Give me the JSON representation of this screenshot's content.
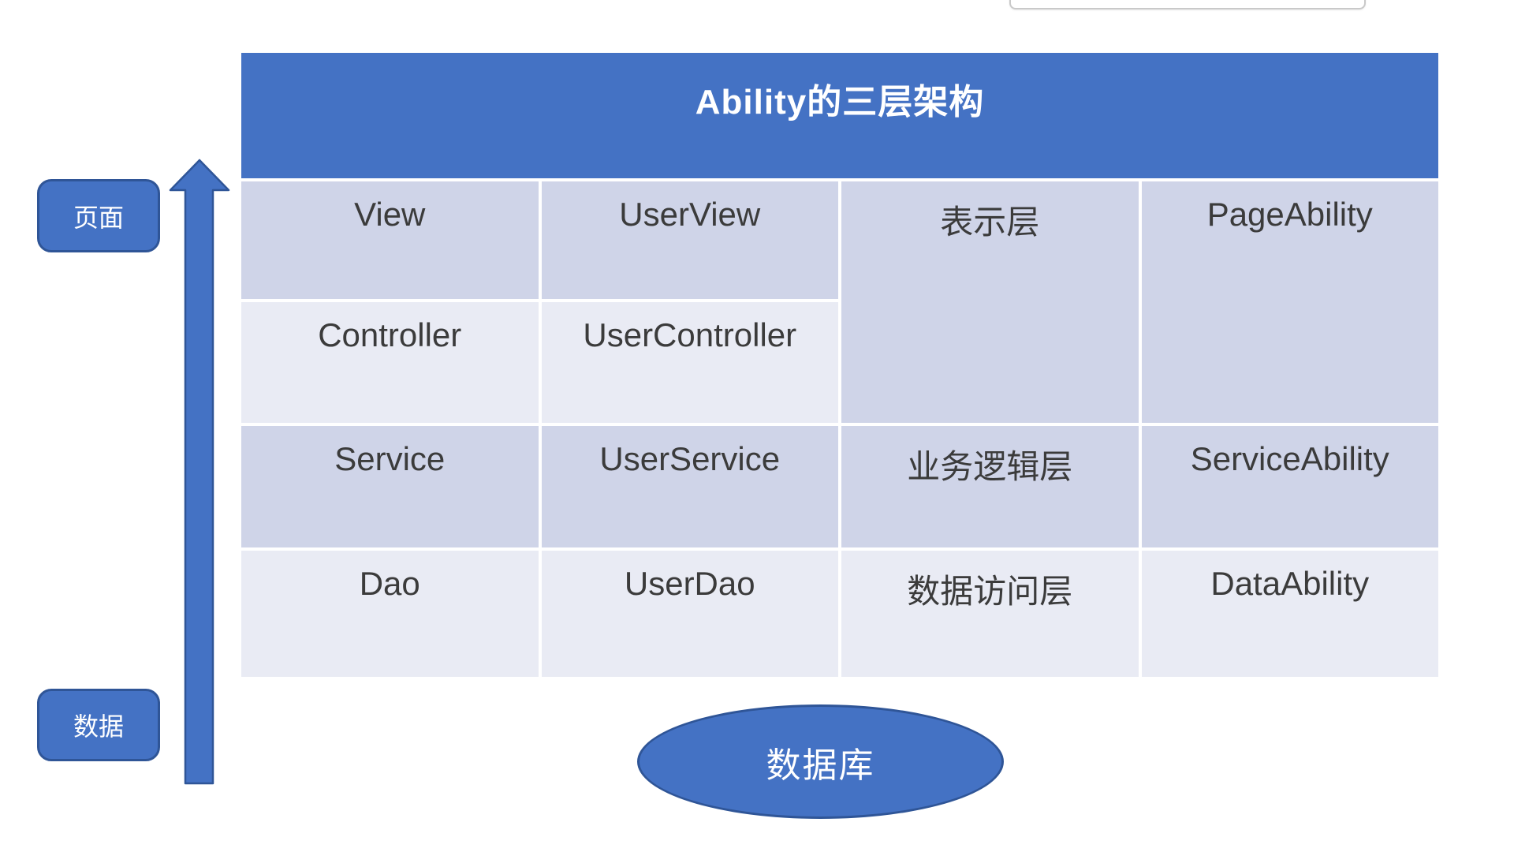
{
  "table": {
    "title": "Ability的三层架构",
    "body": {
      "r1c1": "View",
      "r1c2": "UserView",
      "merged_col3": "表示层",
      "merged_col4": "PageAbility",
      "r2c1": "Controller",
      "r2c2": "UserController",
      "r3c1": "Service",
      "r3c2": "UserService",
      "r3c3": "业务逻辑层",
      "r3c4": "ServiceAbility",
      "r4c1": "Dao",
      "r4c2": "UserDao",
      "r4c3": "数据访问层",
      "r4c4": "DataAbility"
    }
  },
  "arrow_labels": {
    "top": "页面",
    "bottom": "数据"
  },
  "database": {
    "label": "数据库"
  },
  "colors": {
    "accent_blue": "#4472C4",
    "shape_border": "#2F5597",
    "band_dark": "#CFD4E8",
    "band_light": "#E9EBF4",
    "cell_text": "#3B3B3B",
    "title_text": "#FFFFFF"
  }
}
